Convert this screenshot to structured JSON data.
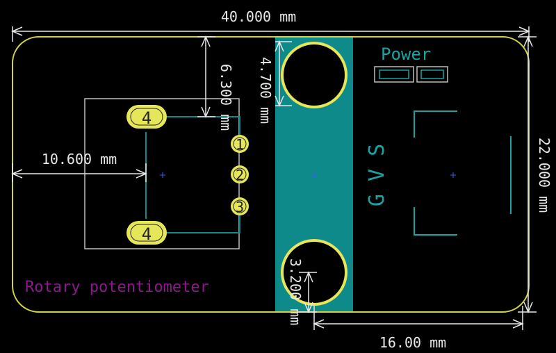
{
  "board": {
    "title": "Rotary potentiometer",
    "power_label": "Power",
    "pin_labels": "G V S",
    "colors": {
      "background": "#000000",
      "outline": "#d2d24a",
      "copper": "#0e8a8a",
      "silk": "#19a3a3",
      "dimension": "#e8e8e8",
      "title": "#8c1a8c",
      "courtyard": "#bdbdbd"
    }
  },
  "dimensions": {
    "width": "40.000 mm",
    "height": "22.000 mm",
    "bottom": "16.00 mm",
    "left_offset": "10.600 mm",
    "top_offset": "6.300 mm",
    "hole_top": "4.700 mm",
    "hole_bottom": "3.200 mm"
  },
  "pads": {
    "mount_top": "4",
    "mount_bottom": "4",
    "pin1": "1",
    "pin2": "2",
    "pin3": "3"
  }
}
